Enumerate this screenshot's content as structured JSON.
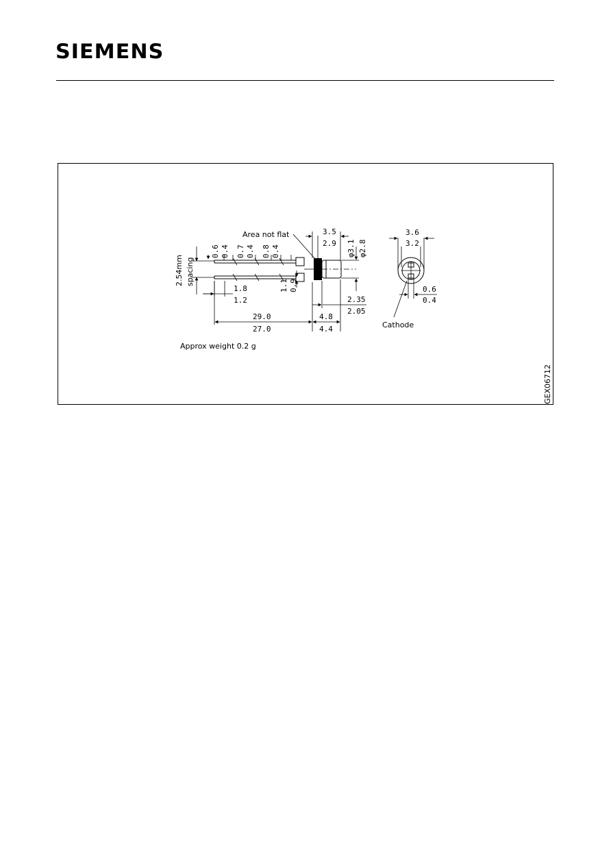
{
  "header": {
    "logo_text": "SIEMENS"
  },
  "figure": {
    "id_label": "GEX06712",
    "weight_note": "Approx weight 0.2 g",
    "labels": {
      "area_not_flat": "Area not flat",
      "cathode": "Cathode",
      "pin_spacing_1": "2.54mm",
      "pin_spacing_2": "spacing"
    },
    "dimensions": {
      "d_3_5": "3.5",
      "d_2_9": "2.9",
      "d_phi_3_1": "φ3.1",
      "d_phi_2_8": "φ2.8",
      "d_0_6a": "0.6",
      "d_0_4a": "0.4",
      "d_0_7": "0.7",
      "d_0_4b": "0.4",
      "d_0_8": "0.8",
      "d_0_4c": "0.4",
      "d_1_1": "1.1",
      "d_0_9": "0.9",
      "d_1_8": "1.8",
      "d_1_2": "1.2",
      "d_2_35": "2.35",
      "d_2_05": "2.05",
      "d_29_0": "29.0",
      "d_27_0": "27.0",
      "d_4_8": "4.8",
      "d_4_4": "4.4",
      "d_3_6": "3.6",
      "d_3_2": "3.2",
      "d_0_6b": "0.6",
      "d_0_4d": "0.4"
    }
  }
}
